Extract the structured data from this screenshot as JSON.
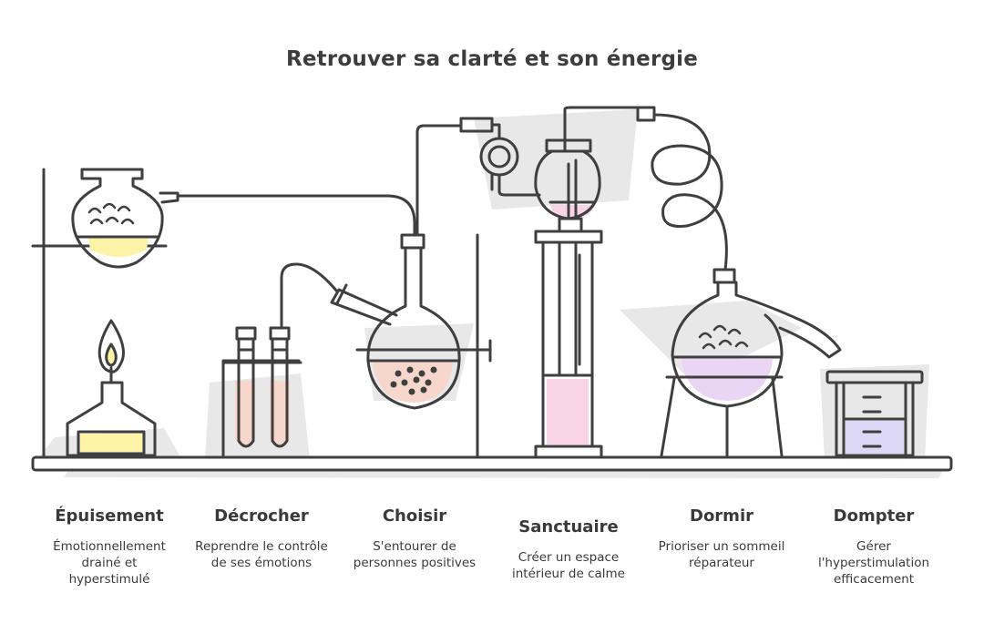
{
  "title": "Retrouver sa clarté et son énergie",
  "steps": [
    {
      "name": "Épuisement",
      "desc": "Émotionnellement drainé et hyperstimulé"
    },
    {
      "name": "Décrocher",
      "desc": "Reprendre le contrôle de ses émotions"
    },
    {
      "name": "Choisir",
      "desc": "S'entourer de personnes positives"
    },
    {
      "name": "Sanctuaire",
      "desc": "Créer un espace intérieur de calme"
    },
    {
      "name": "Dormir",
      "desc": "Prioriser un sommeil réparateur"
    },
    {
      "name": "Dompter",
      "desc": "Gérer l'hyperstimulation efficacement"
    }
  ],
  "colors": {
    "outline": "#3f3f3f",
    "yellow_liquid": "#fdf3a7",
    "pink_liquid": "#f9d4e6",
    "peach_liquid": "#f7d6cc",
    "lavender_liquid": "#e8d6f4",
    "blue_liquid": "#dcd8f6",
    "shadow": "#e4e4e4"
  }
}
